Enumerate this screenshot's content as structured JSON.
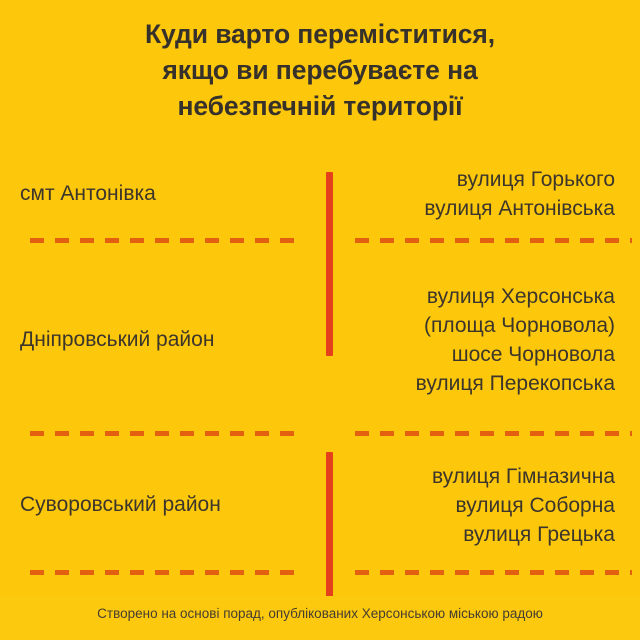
{
  "theme": {
    "background_color": "#FDC70B",
    "text_color": "#3b352c",
    "title_color": "#36312b",
    "divider_color": "#E5401C",
    "dash_color": "#E2600F"
  },
  "title": {
    "line1": "Куди варто переміститися,",
    "line2": "якщо ви перебуваєте на",
    "line3": "небезпечній території"
  },
  "rows": [
    {
      "category": "смт Антонівка",
      "streets": [
        "вулиця Горького",
        "вулиця Антонівська"
      ]
    },
    {
      "category": "Дніпровський район",
      "streets": [
        "вулиця Херсонська",
        "(площа Чорновола)",
        "шосе Чорновола",
        "вулиця Перекопська"
      ]
    },
    {
      "category": "Суворовський район",
      "streets": [
        "вулиця Гімназична",
        "вулиця Соборна",
        "вулиця Грецька"
      ]
    }
  ],
  "footer": {
    "text": "Створено на основі порад, опублікованих Херсонською міською радою"
  }
}
